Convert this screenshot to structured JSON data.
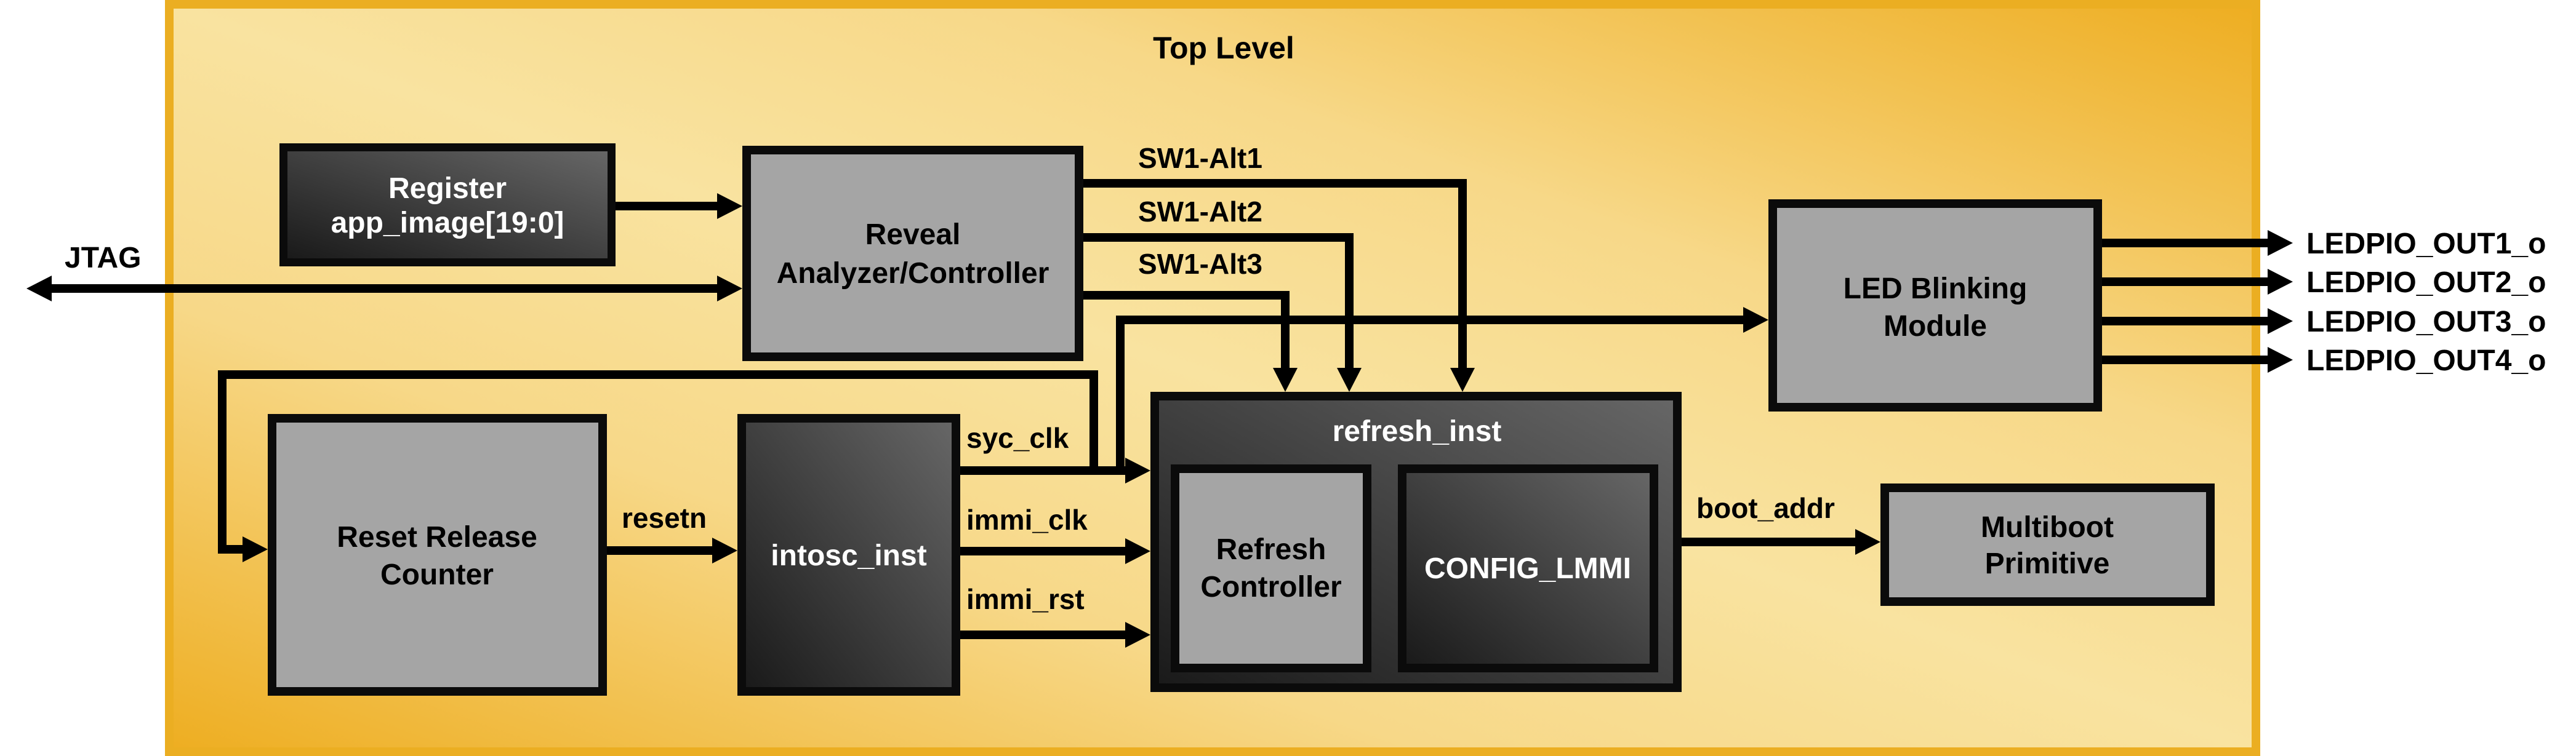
{
  "title": "Top Level",
  "colors": {
    "frame_border": "#EBAE22",
    "frame_fill_light": "#F9E3A0",
    "frame_fill_dark": "#EFB024",
    "block_gray": "#A5A5A5",
    "block_dark": "#2A2A2A",
    "block_border": "#0B0B0B",
    "wire": "#000000"
  },
  "external": {
    "jtag": "JTAG",
    "outputs": [
      "LEDPIO_OUT1_o",
      "LEDPIO_OUT2_o",
      "LEDPIO_OUT3_o",
      "LEDPIO_OUT4_o"
    ]
  },
  "blocks": {
    "register": {
      "lines": [
        "Register",
        "app_image[19:0]"
      ],
      "style": "dark"
    },
    "reveal": {
      "lines": [
        "Reveal",
        "Analyzer/Controller"
      ],
      "style": "gray"
    },
    "led": {
      "lines": [
        "LED Blinking",
        "Module"
      ],
      "style": "gray"
    },
    "reset_counter": {
      "lines": [
        "Reset Release",
        "Counter"
      ],
      "style": "gray"
    },
    "intosc": {
      "lines": [
        "intosc_inst"
      ],
      "style": "dark"
    },
    "refresh_inst": {
      "title": "refresh_inst",
      "style": "dark",
      "children": {
        "refresh_controller": {
          "lines": [
            "Refresh",
            "Controller"
          ],
          "style": "gray"
        },
        "config_lmmi": {
          "lines": [
            "CONFIG_LMMI"
          ],
          "style": "dark"
        }
      }
    },
    "multiboot": {
      "lines": [
        "Multiboot",
        "Primitive"
      ],
      "style": "gray"
    }
  },
  "signals": {
    "sw1_alt1": "SW1-Alt1",
    "sw1_alt2": "SW1-Alt2",
    "sw1_alt3": "SW1-Alt3",
    "resetn": "resetn",
    "syc_clk": "syc_clk",
    "immi_clk": "immi_clk",
    "immi_rst": "immi_rst",
    "boot_addr": "boot_addr"
  }
}
